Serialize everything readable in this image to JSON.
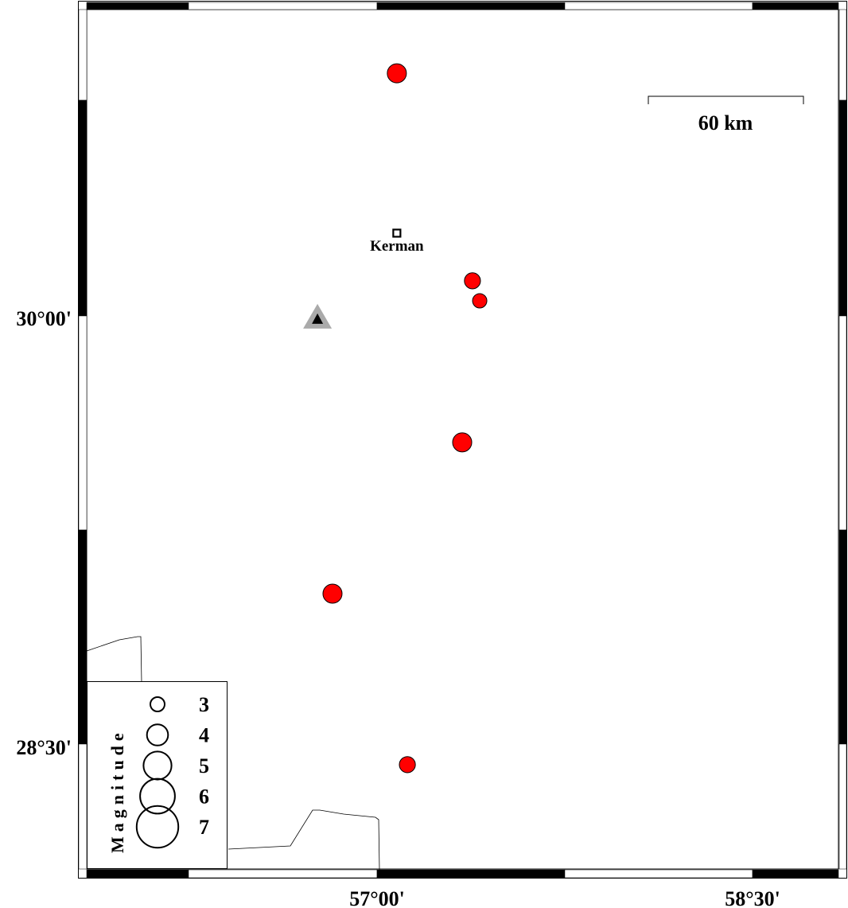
{
  "map": {
    "lat_labels": [
      "30°00'",
      "28°30'"
    ],
    "lon_labels": [
      "57°00'",
      "58°30'"
    ],
    "scale_bar": {
      "label": "60 km",
      "km": 60
    },
    "city": {
      "name": "Kerman",
      "lon": 57.079,
      "lat": 30.29
    },
    "station": {
      "lon": 56.762,
      "lat": 29.992,
      "color": "#aaaaaa"
    },
    "event_color": "#ff0000",
    "events": [
      {
        "lon": 57.079,
        "lat": 30.85,
        "mag": 3.7
      },
      {
        "lon": 57.381,
        "lat": 30.123,
        "mag": 3.25
      },
      {
        "lon": 57.41,
        "lat": 30.053,
        "mag": 3.0
      },
      {
        "lon": 57.34,
        "lat": 29.557,
        "mag": 3.7
      },
      {
        "lon": 56.822,
        "lat": 29.027,
        "mag": 3.7
      },
      {
        "lon": 57.121,
        "lat": 28.428,
        "mag": 3.25
      }
    ]
  },
  "legend": {
    "title": "Magnitude",
    "items": [
      {
        "mag": 3,
        "label": "3"
      },
      {
        "mag": 4,
        "label": "4"
      },
      {
        "mag": 5,
        "label": "5"
      },
      {
        "mag": 6,
        "label": "6"
      },
      {
        "mag": 7,
        "label": "7"
      }
    ]
  }
}
